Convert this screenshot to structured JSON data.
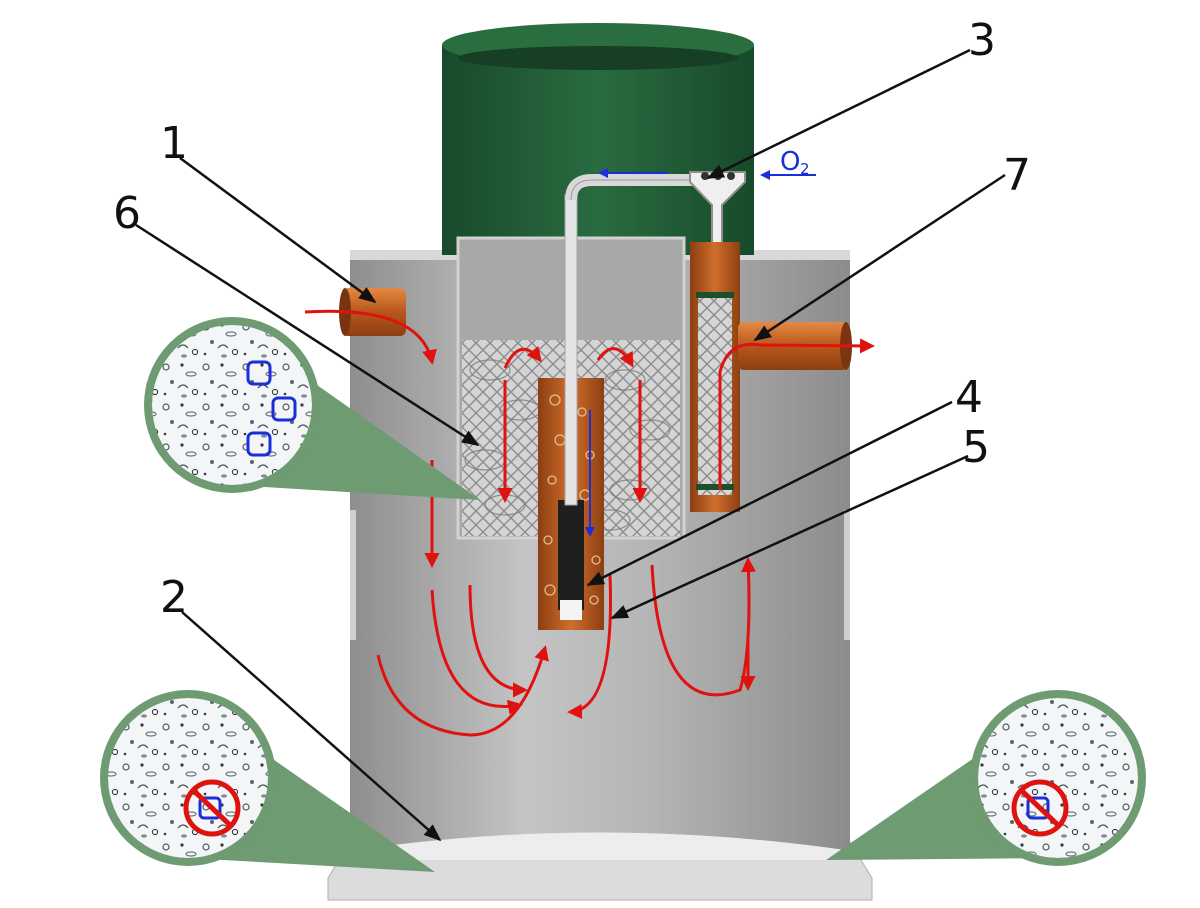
{
  "callouts": {
    "n1": "1",
    "n2": "2",
    "n3": "3",
    "n4": "4",
    "n5": "5",
    "n6": "6",
    "n7": "7"
  },
  "air_label": {
    "symbol": "O",
    "subscript": "2"
  },
  "colors": {
    "lid": "#1f5a34",
    "tank": "#a9a9a9",
    "pipe": "#c8662a",
    "flow_arrow": "#e0120f",
    "air_arrow": "#1b2fd8",
    "zoom_bubble": "#6e9b72",
    "no_symbol": "#e0120f"
  }
}
